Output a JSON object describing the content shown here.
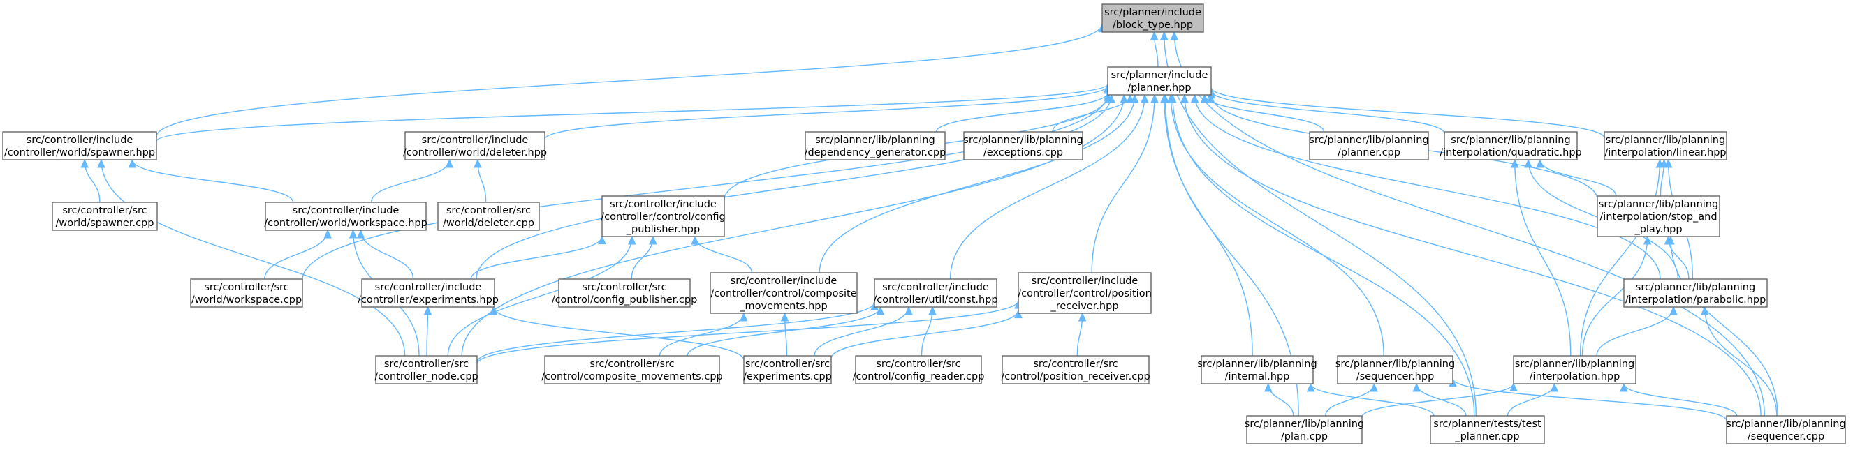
{
  "colors": {
    "edge": "#63b8ff",
    "root_fill": "#bfbfbf",
    "node_fill": "#ffffff",
    "node_border": "#666666"
  },
  "nodes": [
    {
      "id": "block_type",
      "lines": [
        "src/planner/include",
        "/block_type.hpp"
      ],
      "root": true
    },
    {
      "id": "planner_hpp",
      "lines": [
        "src/planner/include",
        "/planner.hpp"
      ]
    },
    {
      "id": "spawner_hpp",
      "lines": [
        "src/controller/include",
        "/controller/world/spawner.hpp"
      ]
    },
    {
      "id": "spawner_cpp",
      "lines": [
        "src/controller/src",
        "/world/spawner.cpp"
      ]
    },
    {
      "id": "deleter_hpp",
      "lines": [
        "src/controller/include",
        "/controller/world/deleter.hpp"
      ]
    },
    {
      "id": "deleter_cpp",
      "lines": [
        "src/controller/src",
        "/world/deleter.cpp"
      ]
    },
    {
      "id": "workspace_hpp",
      "lines": [
        "src/controller/include",
        "/controller/world/workspace.hpp"
      ]
    },
    {
      "id": "workspace_cpp",
      "lines": [
        "src/controller/src",
        "/world/workspace.cpp"
      ]
    },
    {
      "id": "config_publisher_hpp",
      "lines": [
        "src/controller/include",
        "/controller/control/config",
        "_publisher.hpp"
      ]
    },
    {
      "id": "config_publisher_cpp",
      "lines": [
        "src/controller/src",
        "/control/config_publisher.cpp"
      ]
    },
    {
      "id": "experiments_hpp",
      "lines": [
        "src/controller/include",
        "/controller/experiments.hpp"
      ]
    },
    {
      "id": "controller_node_cpp",
      "lines": [
        "src/controller/src",
        "/controller_node.cpp"
      ]
    },
    {
      "id": "composite_movements_hpp",
      "lines": [
        "src/controller/include",
        "/controller/control/composite",
        "_movements.hpp"
      ]
    },
    {
      "id": "composite_movements_cpp",
      "lines": [
        "src/controller/src",
        "/control/composite_movements.cpp"
      ]
    },
    {
      "id": "experiments_cpp",
      "lines": [
        "src/controller/src",
        "/experiments.cpp"
      ]
    },
    {
      "id": "const_hpp",
      "lines": [
        "src/controller/include",
        "/controller/util/const.hpp"
      ]
    },
    {
      "id": "config_reader_cpp",
      "lines": [
        "src/controller/src",
        "/control/config_reader.cpp"
      ]
    },
    {
      "id": "position_receiver_hpp",
      "lines": [
        "src/controller/include",
        "/controller/control/position",
        "_receiver.hpp"
      ]
    },
    {
      "id": "position_receiver_cpp",
      "lines": [
        "src/controller/src",
        "/control/position_receiver.cpp"
      ]
    },
    {
      "id": "dependency_generator_cpp",
      "lines": [
        "src/planner/lib/planning",
        "/dependency_generator.cpp"
      ]
    },
    {
      "id": "exceptions_cpp",
      "lines": [
        "src/planner/lib/planning",
        "/exceptions.cpp"
      ]
    },
    {
      "id": "planner_cpp",
      "lines": [
        "src/planner/lib/planning",
        "/planner.cpp"
      ]
    },
    {
      "id": "quadratic_hpp",
      "lines": [
        "src/planner/lib/planning",
        "/interpolation/quadratic.hpp"
      ]
    },
    {
      "id": "linear_hpp",
      "lines": [
        "src/planner/lib/planning",
        "/interpolation/linear.hpp"
      ]
    },
    {
      "id": "stop_and_play_hpp",
      "lines": [
        "src/planner/lib/planning",
        "/interpolation/stop_and",
        "_play.hpp"
      ]
    },
    {
      "id": "parabolic_hpp",
      "lines": [
        "src/planner/lib/planning",
        "/interpolation/parabolic.hpp"
      ]
    },
    {
      "id": "interpolation_hpp",
      "lines": [
        "src/planner/lib/planning",
        "/interpolation.hpp"
      ]
    },
    {
      "id": "internal_hpp",
      "lines": [
        "src/planner/lib/planning",
        "/internal.hpp"
      ]
    },
    {
      "id": "sequencer_hpp",
      "lines": [
        "src/planner/lib/planning",
        "/sequencer.hpp"
      ]
    },
    {
      "id": "plan_cpp",
      "lines": [
        "src/planner/lib/planning",
        "/plan.cpp"
      ]
    },
    {
      "id": "test_planner_cpp",
      "lines": [
        "src/planner/tests/test",
        "_planner.cpp"
      ]
    },
    {
      "id": "sequencer_cpp",
      "lines": [
        "src/planner/lib/planning",
        "/sequencer.cpp"
      ]
    }
  ],
  "edges": [
    [
      "planner_hpp",
      "block_type"
    ],
    [
      "spawner_hpp",
      "block_type"
    ],
    [
      "sequencer_cpp",
      "block_type"
    ],
    [
      "test_planner_cpp",
      "block_type"
    ],
    [
      "spawner_hpp",
      "planner_hpp"
    ],
    [
      "deleter_hpp",
      "planner_hpp"
    ],
    [
      "workspace_cpp",
      "planner_hpp"
    ],
    [
      "controller_node_cpp",
      "planner_hpp"
    ],
    [
      "experiments_hpp",
      "planner_hpp"
    ],
    [
      "config_publisher_hpp",
      "planner_hpp"
    ],
    [
      "composite_movements_hpp",
      "planner_hpp"
    ],
    [
      "dependency_generator_cpp",
      "planner_hpp"
    ],
    [
      "exceptions_cpp",
      "planner_hpp"
    ],
    [
      "const_hpp",
      "planner_hpp"
    ],
    [
      "position_receiver_hpp",
      "planner_hpp"
    ],
    [
      "internal_hpp",
      "planner_hpp"
    ],
    [
      "plan_cpp",
      "planner_hpp"
    ],
    [
      "sequencer_hpp",
      "planner_hpp"
    ],
    [
      "test_planner_cpp",
      "planner_hpp"
    ],
    [
      "planner_cpp",
      "planner_hpp"
    ],
    [
      "quadratic_hpp",
      "planner_hpp"
    ],
    [
      "linear_hpp",
      "planner_hpp"
    ],
    [
      "stop_and_play_hpp",
      "planner_hpp"
    ],
    [
      "parabolic_hpp",
      "planner_hpp"
    ],
    [
      "sequencer_cpp",
      "planner_hpp"
    ],
    [
      "spawner_cpp",
      "spawner_hpp"
    ],
    [
      "workspace_hpp",
      "spawner_hpp"
    ],
    [
      "controller_node_cpp",
      "spawner_hpp"
    ],
    [
      "workspace_hpp",
      "deleter_hpp"
    ],
    [
      "deleter_cpp",
      "deleter_hpp"
    ],
    [
      "workspace_cpp",
      "workspace_hpp"
    ],
    [
      "experiments_hpp",
      "workspace_hpp"
    ],
    [
      "controller_node_cpp",
      "workspace_hpp"
    ],
    [
      "experiments_hpp",
      "config_publisher_hpp"
    ],
    [
      "config_publisher_cpp",
      "config_publisher_hpp"
    ],
    [
      "composite_movements_hpp",
      "config_publisher_hpp"
    ],
    [
      "controller_node_cpp",
      "config_publisher_hpp"
    ],
    [
      "controller_node_cpp",
      "experiments_hpp"
    ],
    [
      "experiments_cpp",
      "experiments_hpp"
    ],
    [
      "composite_movements_cpp",
      "composite_movements_hpp"
    ],
    [
      "experiments_cpp",
      "composite_movements_hpp"
    ],
    [
      "controller_node_cpp",
      "const_hpp"
    ],
    [
      "composite_movements_cpp",
      "const_hpp"
    ],
    [
      "experiments_cpp",
      "const_hpp"
    ],
    [
      "config_reader_cpp",
      "const_hpp"
    ],
    [
      "controller_node_cpp",
      "position_receiver_hpp"
    ],
    [
      "experiments_cpp",
      "position_receiver_hpp"
    ],
    [
      "position_receiver_cpp",
      "position_receiver_hpp"
    ],
    [
      "plan_cpp",
      "internal_hpp"
    ],
    [
      "test_planner_cpp",
      "internal_hpp"
    ],
    [
      "plan_cpp",
      "sequencer_hpp"
    ],
    [
      "test_planner_cpp",
      "sequencer_hpp"
    ],
    [
      "sequencer_cpp",
      "sequencer_hpp"
    ],
    [
      "stop_and_play_hpp",
      "quadratic_hpp"
    ],
    [
      "parabolic_hpp",
      "quadratic_hpp"
    ],
    [
      "interpolation_hpp",
      "quadratic_hpp"
    ],
    [
      "stop_and_play_hpp",
      "linear_hpp"
    ],
    [
      "parabolic_hpp",
      "linear_hpp"
    ],
    [
      "interpolation_hpp",
      "linear_hpp"
    ],
    [
      "parabolic_hpp",
      "stop_and_play_hpp"
    ],
    [
      "interpolation_hpp",
      "stop_and_play_hpp"
    ],
    [
      "sequencer_cpp",
      "stop_and_play_hpp"
    ],
    [
      "interpolation_hpp",
      "parabolic_hpp"
    ],
    [
      "sequencer_cpp",
      "parabolic_hpp"
    ],
    [
      "plan_cpp",
      "interpolation_hpp"
    ],
    [
      "test_planner_cpp",
      "interpolation_hpp"
    ],
    [
      "sequencer_cpp",
      "interpolation_hpp"
    ]
  ]
}
